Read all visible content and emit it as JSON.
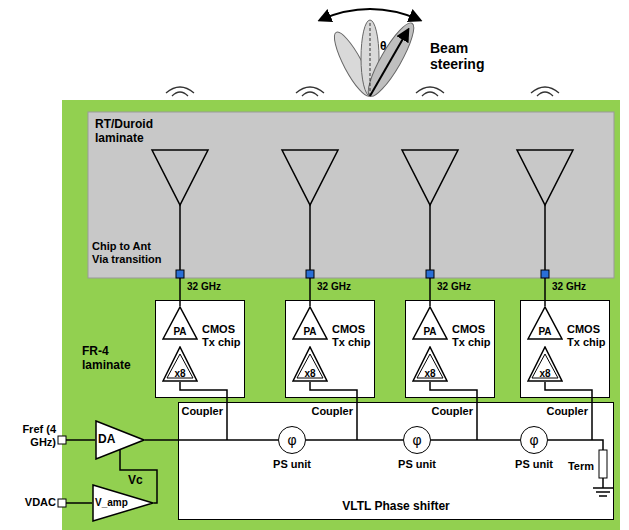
{
  "diagram": {
    "nodes": [
      {
        "text": [
          "RT/Duroid laminate"
        ]
      },
      {
        "text": [
          "CMOS Tx chip"
        ]
      },
      {
        "text": [
          "PA"
        ],
        "in": 1
      },
      {
        "text": [
          "x8"
        ],
        "in": 1
      },
      {
        "text": [
          "CMOS Tx chip"
        ]
      },
      {
        "text": [
          "PA"
        ],
        "in": 4
      },
      {
        "text": [
          "x8"
        ],
        "in": 4
      },
      {
        "text": [
          "CMOS Tx chip"
        ]
      },
      {
        "text": [
          "PA"
        ],
        "in": 7
      },
      {
        "text": [
          "x8"
        ],
        "in": 7
      },
      {
        "text": [
          "CMOS Tx chip"
        ]
      },
      {
        "text": [
          "PA"
        ],
        "in": 10
      },
      {
        "text": [
          "x8"
        ],
        "in": 10
      },
      {
        "text": [
          "VLTL Phase shifter"
        ]
      },
      {
        "text": [
          "φ",
          "PS unit"
        ],
        "in": 13
      },
      {
        "text": [
          "φ",
          "PS unit"
        ],
        "in": 13
      },
      {
        "text": [
          "φ",
          "PS unit"
        ],
        "in": 13
      },
      {
        "text": [
          "DA"
        ]
      },
      {
        "text": [
          "V_amp"
        ]
      }
    ],
    "edges": [
      {
        "from": 17,
        "to": 14,
        "arrow": "none"
      },
      {
        "from": 14,
        "to": 15,
        "arrow": "none"
      },
      {
        "from": 15,
        "to": 16,
        "arrow": "none"
      },
      {
        "from": 18,
        "to": 17,
        "arrow": "none"
      }
    ],
    "labels": [
      "Beam steering",
      "θ",
      "Chip to Ant Via transition",
      "32 GHz",
      "32 GHz",
      "32 GHz",
      "32 GHz",
      "FR-4 laminate",
      "Coupler",
      "Coupler",
      "Coupler",
      "Coupler",
      "Term",
      "Fref (4 GHz)",
      "Vc",
      "VDAC"
    ]
  }
}
